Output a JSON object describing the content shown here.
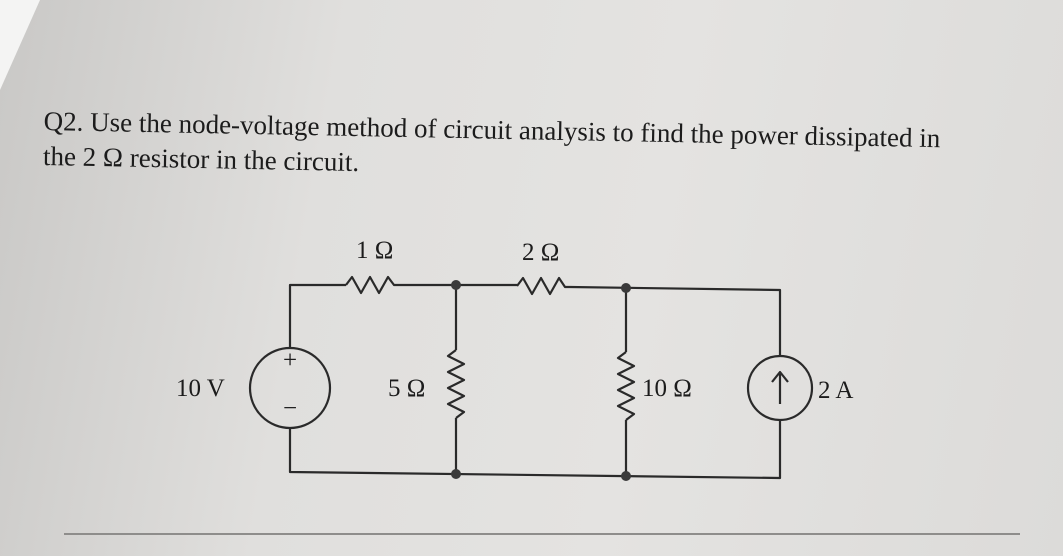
{
  "question": {
    "label": "Q2.",
    "line1": "Use the node-voltage method of circuit analysis to find the power dissipated in",
    "line2": "the 2 Ω resistor in the circuit."
  },
  "circuit": {
    "source_voltage": "10 V",
    "source_plus": "+",
    "source_minus": "−",
    "r1_label": "1 Ω",
    "r2_label": "2 Ω",
    "r5_label": "5 Ω",
    "r10_label": "10 Ω",
    "current_source": "2 A"
  },
  "colors": {
    "ink": "#1c1c1c",
    "paper": "#e2e1df"
  }
}
